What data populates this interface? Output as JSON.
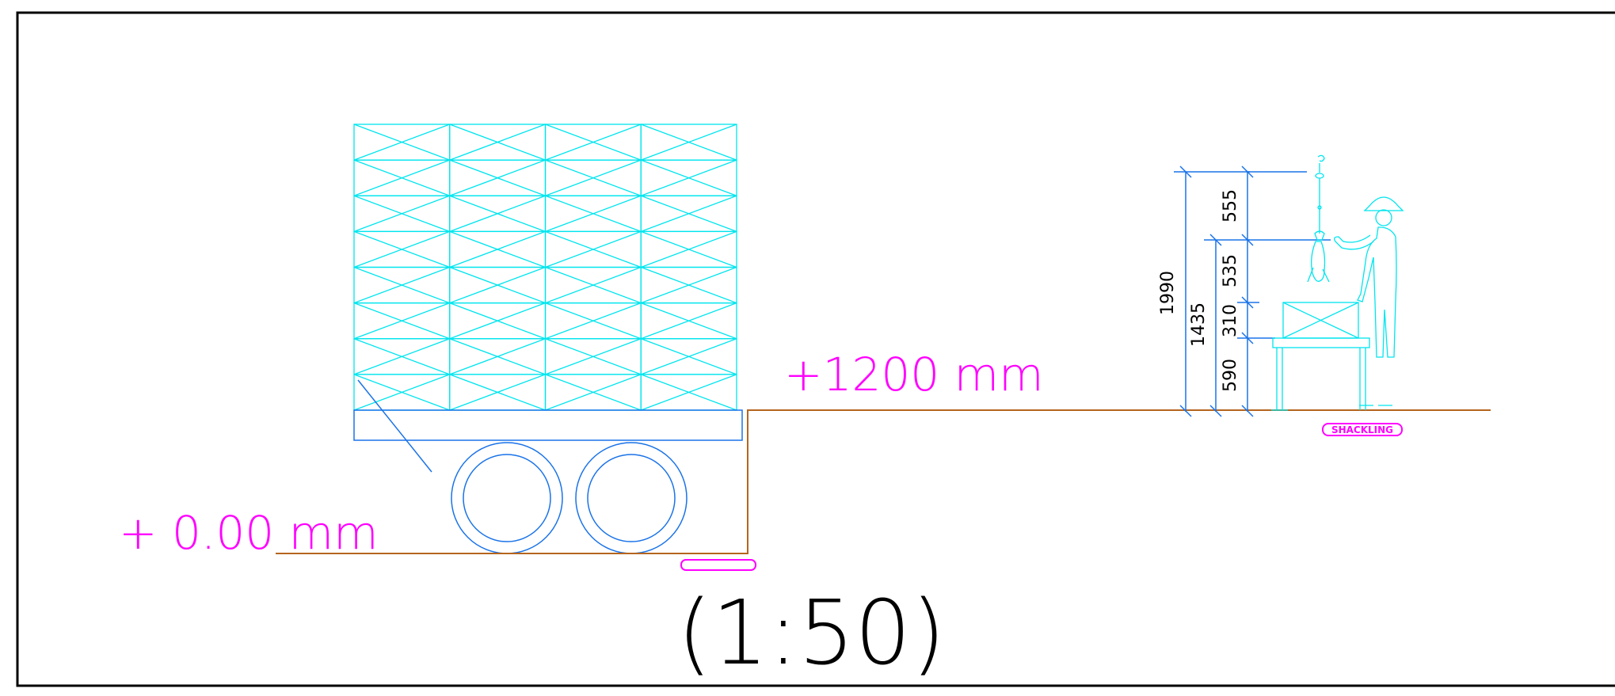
{
  "labels": {
    "elevation_low": "+ 0.00  mm",
    "elevation_high": "+1200  mm",
    "scale": "(1:50)",
    "station_tag": "SHACKLING"
  },
  "dimensions": {
    "overall_height": "1990",
    "hanger_height": "1435",
    "top_segment": "555",
    "bird_segment": "535",
    "crate_segment": "310",
    "table_segment": "590"
  },
  "colors": {
    "crate_stack": "#00e5ee",
    "truck_lines": "#1a73e8",
    "ground_line": "#b5651d",
    "text_magenta": "#ff00ff",
    "frame": "#000000"
  }
}
